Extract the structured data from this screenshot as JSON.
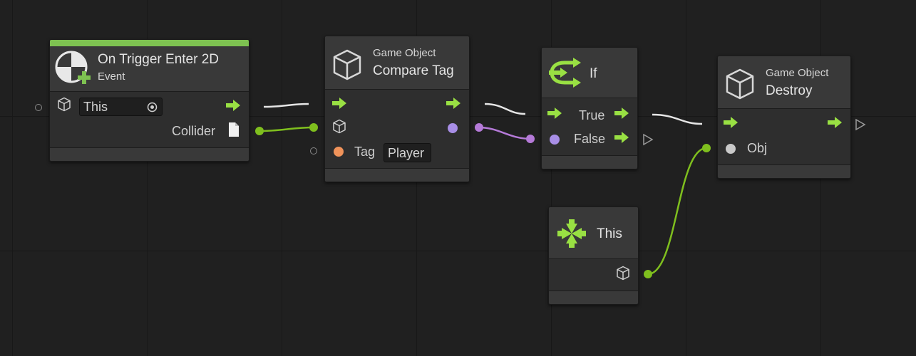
{
  "colors": {
    "background": "#202020",
    "flow": "#99e043",
    "object_port": "#7fbf1e",
    "string_port": "#f0935a",
    "bool_port": "#a88ee6",
    "event_accent": "#7ec251",
    "flow_wire": "#e6e6e6"
  },
  "nodes": {
    "trigger": {
      "icon": "trigger-event-icon",
      "title": "On Trigger Enter 2D",
      "subtitle": "Event",
      "target_value": "This",
      "collider_label": "Collider"
    },
    "compare": {
      "icon": "cube-icon",
      "category": "Game Object",
      "title": "Compare Tag",
      "tag_label": "Tag",
      "tag_value": "Player"
    },
    "if": {
      "icon": "branch-icon",
      "title": "If",
      "true_label": "True",
      "false_label": "False"
    },
    "destroy": {
      "icon": "cube-icon",
      "category": "Game Object",
      "title": "Destroy",
      "obj_label": "Obj"
    },
    "self": {
      "icon": "self-arrows-icon",
      "title": "This"
    }
  }
}
